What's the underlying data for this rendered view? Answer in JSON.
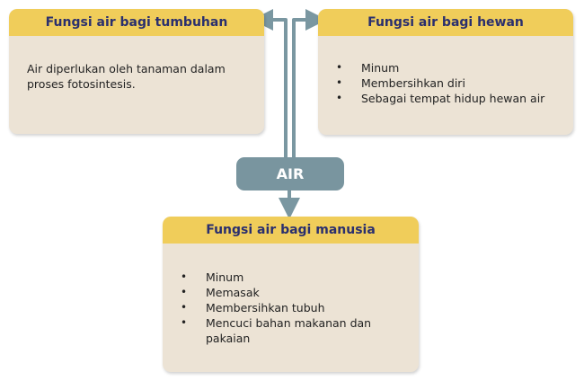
{
  "colors": {
    "card_header": "#f0cd5a",
    "card_body": "#ece3d5",
    "header_text": "#2a2f6e",
    "air_box": "#79959f",
    "arrow": "#7a97a1"
  },
  "center": {
    "label": "AIR"
  },
  "plants": {
    "title": "Fungsi air bagi tumbuhan",
    "lines": [
      "Air diperlukan oleh tanaman dalam",
      "proses fotosintesis."
    ]
  },
  "animals": {
    "title": "Fungsi air bagi hewan",
    "items": [
      "Minum",
      "Membersihkan diri",
      "Sebagai tempat hidup hewan air"
    ]
  },
  "humans": {
    "title": "Fungsi air bagi manusia",
    "items": [
      "Minum",
      "Memasak",
      "Membersihkan tubuh",
      "Mencuci bahan makanan dan pakaian"
    ]
  }
}
